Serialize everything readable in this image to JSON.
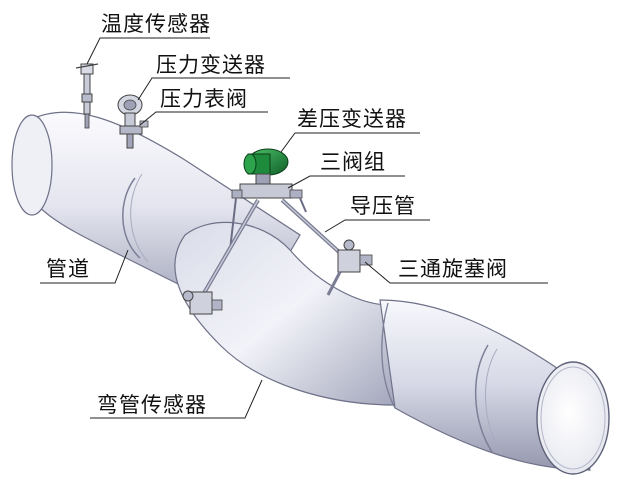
{
  "labels": {
    "temperature_sensor": "温度传感器",
    "pressure_transmitter": "压力变送器",
    "pressure_gauge_valve": "压力表阀",
    "differential_pressure_transmitter": "差压变送器",
    "three_valve_manifold": "三阀组",
    "impulse_tube": "导压管",
    "pipeline": "管道",
    "three_way_plug_valve": "三通旋塞阀",
    "elbow_sensor": "弯管传感器"
  },
  "colors": {
    "pipe_light": "#f2f3f8",
    "pipe_mid": "#c8cad8",
    "pipe_dark": "#8d90a6",
    "transmitter_green": "#1f8a3c",
    "leader_line": "#222222"
  }
}
